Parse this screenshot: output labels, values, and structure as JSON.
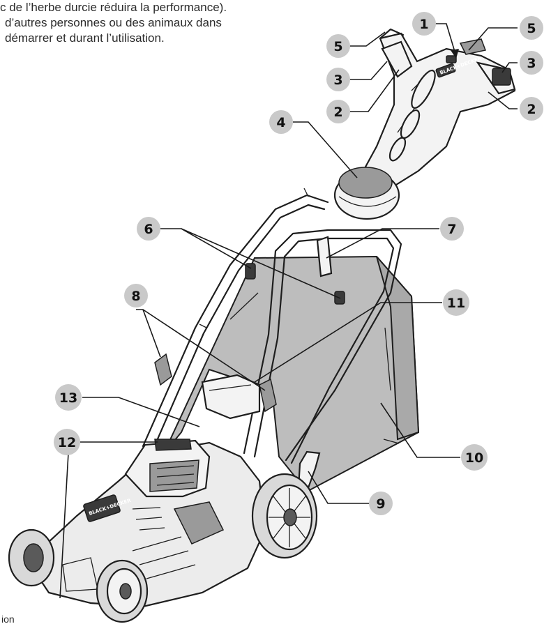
{
  "page_text": [
    "c de l’herbe durcie réduira la performance).",
    "d’autres personnes ou des animaux dans",
    " démarrer et durant l’utilisation."
  ],
  "bottom_fragment": "ion",
  "logo_text": "BLACK+DECKER",
  "callouts": [
    "1",
    "2",
    "2",
    "3",
    "3",
    "4",
    "5",
    "5",
    "6",
    "7",
    "8",
    "9",
    "10",
    "11",
    "12",
    "13"
  ]
}
